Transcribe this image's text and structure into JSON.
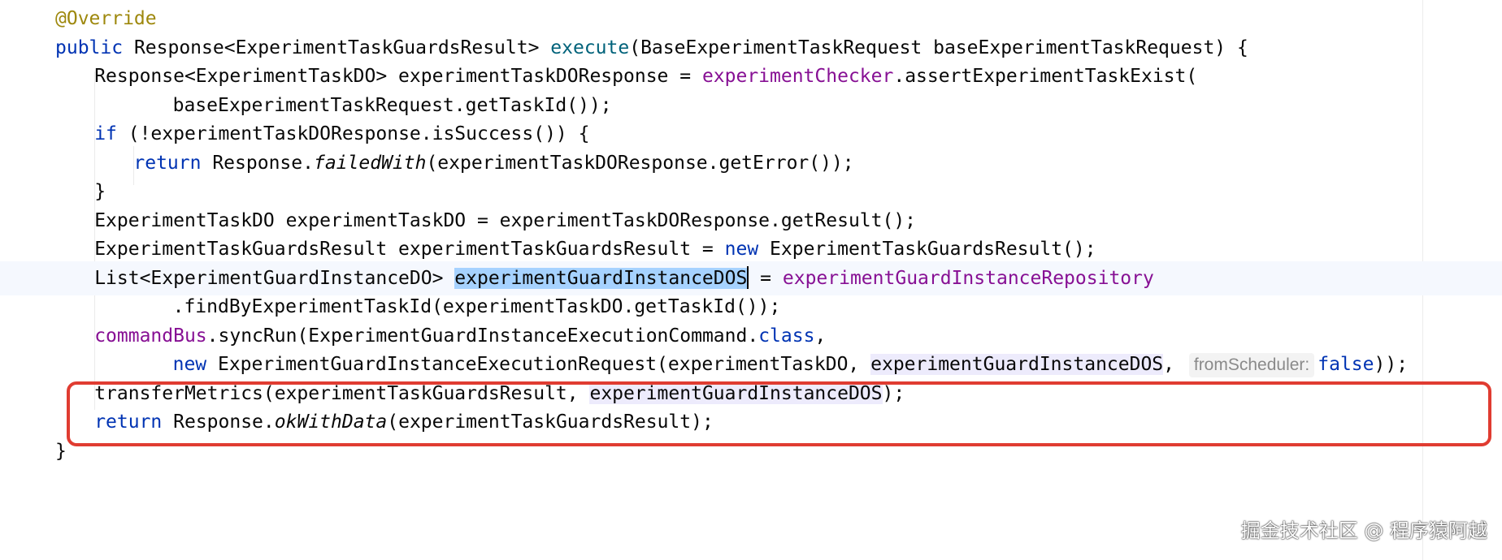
{
  "editor": {
    "lines": [
      {
        "indent": 2,
        "tokens": [
          {
            "t": "@Override",
            "c": "annotation"
          }
        ]
      },
      {
        "indent": 2,
        "tokens": [
          {
            "t": "public",
            "c": "kw"
          },
          {
            "t": " Response<ExperimentTaskGuardsResult> "
          },
          {
            "t": "execute",
            "c": "method-decl"
          },
          {
            "t": "(BaseExperimentTaskRequest baseExperimentTaskRequest) {"
          }
        ]
      },
      {
        "indent": 6,
        "tokens": [
          {
            "t": "Response<ExperimentTaskDO> experimentTaskDOResponse = "
          },
          {
            "t": "experimentChecker",
            "c": "field"
          },
          {
            "t": ".assertExperimentTaskExist("
          }
        ]
      },
      {
        "indent": 14,
        "tokens": [
          {
            "t": "baseExperimentTaskRequest.getTaskId());"
          }
        ]
      },
      {
        "indent": 6,
        "tokens": [
          {
            "t": "if",
            "c": "kw"
          },
          {
            "t": " (!experimentTaskDOResponse.isSuccess()) {"
          }
        ]
      },
      {
        "indent": 10,
        "tokens": [
          {
            "t": "return",
            "c": "kw"
          },
          {
            "t": " Response."
          },
          {
            "t": "failedWith",
            "c": "italic"
          },
          {
            "t": "(experimentTaskDOResponse.getError());"
          }
        ]
      },
      {
        "indent": 6,
        "tokens": [
          {
            "t": "}"
          }
        ]
      },
      {
        "indent": 6,
        "tokens": [
          {
            "t": "ExperimentTaskDO experimentTaskDO = experimentTaskDOResponse.getResult();"
          }
        ]
      },
      {
        "indent": 6,
        "tokens": [
          {
            "t": "ExperimentTaskGuardsResult experimentTaskGuardsResult = "
          },
          {
            "t": "new",
            "c": "kw"
          },
          {
            "t": " ExperimentTaskGuardsResult();"
          }
        ]
      },
      {
        "indent": 6,
        "current": true,
        "tokens": [
          {
            "t": "List<ExperimentGuardInstanceDO> "
          },
          {
            "t": "experimentGuardInstanceDOS",
            "c": "hl-selected"
          },
          {
            "caret": true
          },
          {
            "t": " = "
          },
          {
            "t": "experimentGuardInstanceRepository",
            "c": "field"
          }
        ]
      },
      {
        "indent": 14,
        "tokens": [
          {
            "t": ".findByExperimentTaskId(experimentTaskDO.getTaskId());"
          }
        ]
      },
      {
        "indent": 6,
        "tokens": [
          {
            "t": "commandBus",
            "c": "field"
          },
          {
            "t": ".syncRun(ExperimentGuardInstanceExecutionCommand."
          },
          {
            "t": "class",
            "c": "kw"
          },
          {
            "t": ","
          }
        ]
      },
      {
        "indent": 14,
        "tokens": [
          {
            "t": "new",
            "c": "kw"
          },
          {
            "t": " ExperimentGuardInstanceExecutionRequest(experimentTaskDO, "
          },
          {
            "t": "experimentGuardInstanceDOS",
            "c": "hl-usage"
          },
          {
            "t": ", "
          },
          {
            "hint": "fromScheduler:"
          },
          {
            "t": "false",
            "c": "kw"
          },
          {
            "t": "));"
          }
        ]
      },
      {
        "indent": 6,
        "tokens": [
          {
            "t": "transferMetrics(experimentTaskGuardsResult, "
          },
          {
            "t": "experimentGuardInstanceDOS",
            "c": "hl-usage"
          },
          {
            "t": ");"
          }
        ]
      },
      {
        "indent": 6,
        "tokens": [
          {
            "t": "return",
            "c": "kw"
          },
          {
            "t": " Response."
          },
          {
            "t": "okWithData",
            "c": "italic"
          },
          {
            "t": "(experimentTaskGuardsResult);"
          }
        ]
      },
      {
        "indent": 2,
        "tokens": [
          {
            "t": "}"
          }
        ]
      }
    ]
  },
  "annotation": {
    "box_color": "#e03c31"
  },
  "watermark": {
    "text": "掘金技术社区 @ 程序猿阿越"
  }
}
